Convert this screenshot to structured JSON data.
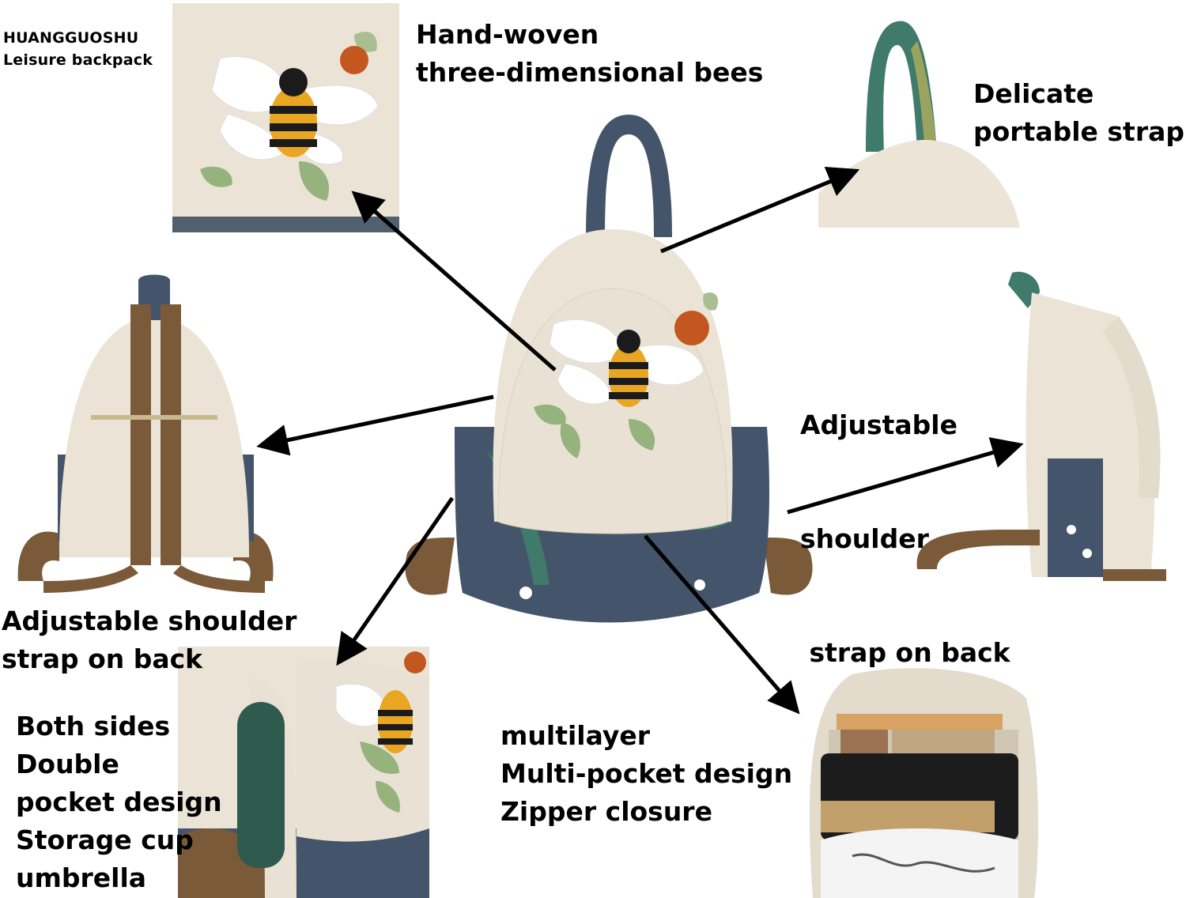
{
  "brand": {
    "line1": "HUANGGUOSHU",
    "line2": "Leisure backpack"
  },
  "features": {
    "bees": {
      "line1": "Hand-woven",
      "line2": "three-dimensional bees"
    },
    "strap": {
      "line1": "Delicate",
      "line2": "portable strap"
    },
    "shoulder_right": {
      "line1": "Adjustable",
      "line2": "shoulder",
      "line3": " strap on back"
    },
    "shoulder_left": {
      "line1": "Adjustable shoulder",
      "line2": "strap on back"
    },
    "pockets": {
      "line1": "Both sides",
      "line2": "Double",
      "line3": "pocket design",
      "line4": "Storage cup",
      "line5": "umbrella"
    },
    "multilayer": {
      "line1": "multilayer",
      "line2": "Multi-pocket design",
      "line3": "Zipper closure"
    }
  },
  "colors": {
    "linen": "#e9e2d4",
    "floral_navy": "#44546a",
    "leaf_green": "#3f7a6a",
    "strap_brown": "#7b5a3a",
    "bee_yellow": "#e9a623",
    "arrow": "#000000"
  }
}
